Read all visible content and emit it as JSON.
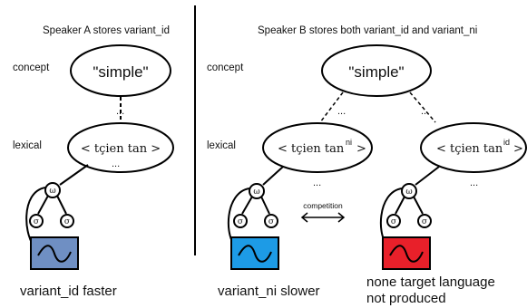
{
  "headers": {
    "speaker_a": "Speaker A stores variant_id",
    "speaker_b": "Speaker B stores  both variant_id   and variant_ni"
  },
  "levels": {
    "concept": "concept",
    "lexical": "lexical"
  },
  "nodes": {
    "concept_word": "\"simple\"",
    "lexical_form": "< tçien tan >",
    "lexical_form_b_ni": "< tçien tan",
    "lexical_form_b_id": "< tçien tan",
    "sup_ni": "ni",
    "sup_id": "id",
    "ellipsis": "...",
    "omega": "ω",
    "sigma": "σ"
  },
  "competition_label": "competition",
  "outputs": {
    "a": "variant_id  faster",
    "b_ni": "variant_ni slower",
    "b_none_line1": "none target language",
    "b_none_line2": "not produced"
  },
  "colors": {
    "box_a": "#6f8fc3",
    "box_ni": "#1d9be6",
    "box_none": "#e8202a",
    "divider": "#000000"
  }
}
